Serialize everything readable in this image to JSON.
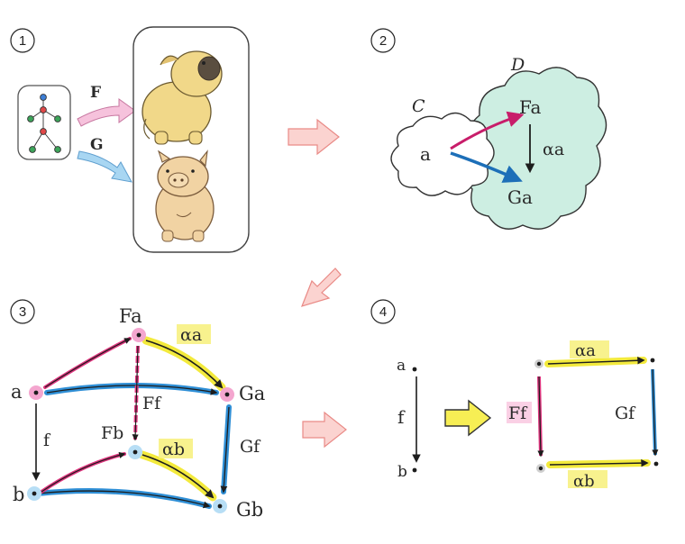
{
  "steps": [
    "1",
    "2",
    "3",
    "4"
  ],
  "panel1": {
    "functor_f": "F",
    "functor_g": "G",
    "icon_top": "dog-illustration",
    "icon_bottom": "pig-illustration"
  },
  "panel2": {
    "cat_c": "C",
    "cat_d": "D",
    "obj_a": "a",
    "obj_fa": "Fa",
    "obj_ga": "Ga",
    "alpha_a": "αa"
  },
  "panel3": {
    "a": "a",
    "b": "b",
    "Fa": "Fa",
    "Ga": "Ga",
    "Fb": "Fb",
    "Gb": "Gb",
    "f": "f",
    "Ff": "Ff",
    "Gf": "Gf",
    "alpha_a": "αa",
    "alpha_b": "αb"
  },
  "panel4": {
    "a": "a",
    "b": "b",
    "f": "f",
    "Ff": "Ff",
    "Gf": "Gf",
    "alpha_a": "αa",
    "alpha_b": "αb"
  },
  "colors": {
    "pink": "#e0357f",
    "blue": "#2f8fd6",
    "yellow": "#f3ea3c",
    "salmon": "#f4a0a0",
    "green_cloud": "#b9e6d6"
  }
}
